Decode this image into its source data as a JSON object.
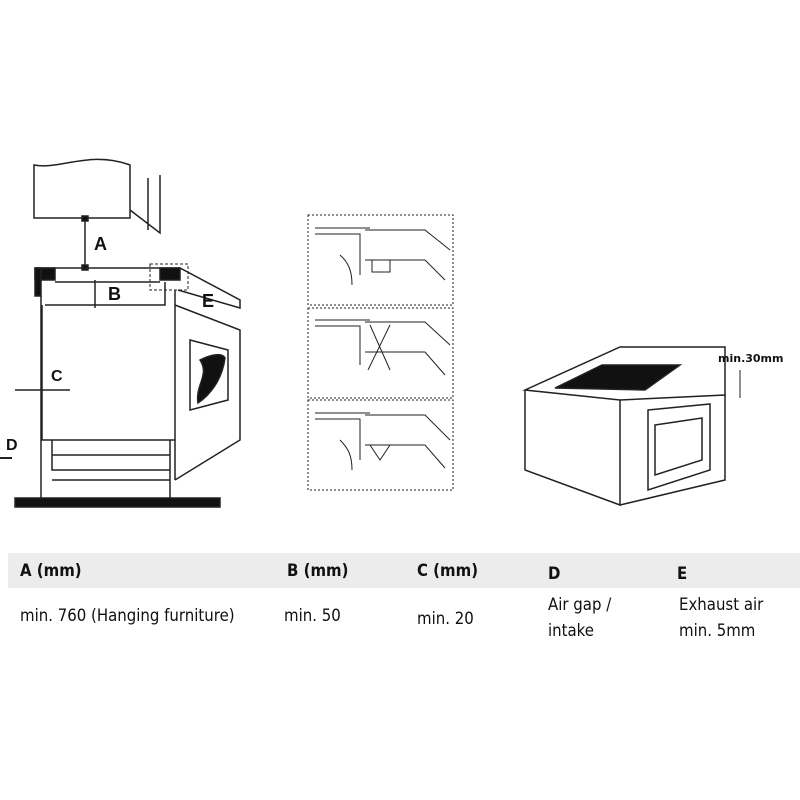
{
  "diagram": {
    "labels": {
      "a": "A",
      "b": "B",
      "c": "C",
      "d": "D",
      "e": "E"
    },
    "min_height_label": "min.30mm"
  },
  "table": {
    "headers": [
      "A (mm)",
      "B (mm)",
      "C (mm)",
      "D",
      "E"
    ],
    "values": [
      [
        "min. 760 (Hanging furniture)"
      ],
      [
        "min. 50"
      ],
      [
        "min. 20"
      ],
      [
        "Air gap /",
        "intake"
      ],
      [
        "Exhaust air",
        "min. 5mm"
      ]
    ]
  }
}
